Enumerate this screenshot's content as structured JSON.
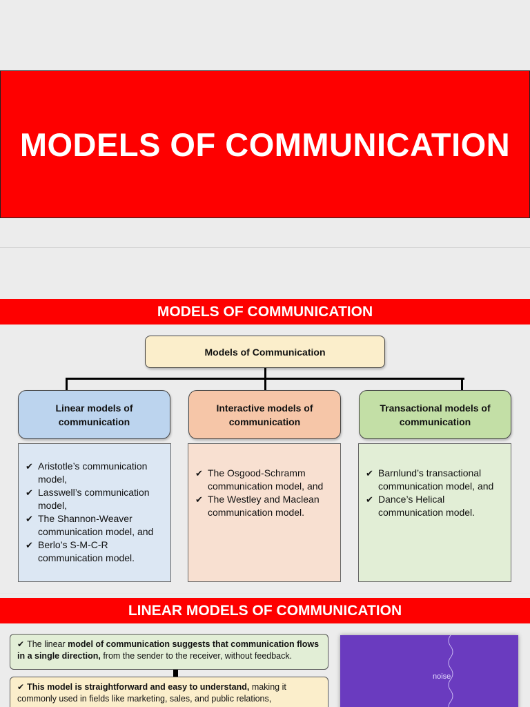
{
  "slide1": {
    "title": "MODELS OF COMMUNICATION"
  },
  "slide2": {
    "banner": "MODELS OF COMMUNICATION",
    "root": "Models of Communication",
    "categories": [
      {
        "label": "Linear models of communication",
        "color": "#bcd4ee",
        "items": [
          "Aristotle’s communication model,",
          "Lasswell’s communication model,",
          "The Shannon-Weaver communication model, and",
          "Berlo’s S-M-C-R communication model."
        ]
      },
      {
        "label": "Interactive models of communication",
        "color": "#f6c6a8",
        "items": [
          "The Osgood-Schramm communication model, and",
          "The Westley and Maclean communication model."
        ]
      },
      {
        "label": "Transactional models of communication",
        "color": "#c3dfa6",
        "items": [
          "Barnlund’s transactional communication model, and",
          "Dance’s Helical communication model."
        ]
      }
    ]
  },
  "slide3": {
    "banner": "LINEAR MODELS OF COMMUNICATION",
    "note1": {
      "p1": "The linear ",
      "b1": "model of communication suggests that communication flows in a single direction,",
      "p2": " from the sender to the receiver, without feedback."
    },
    "note2": {
      "b1": "This model is straightforward and easy to understand,",
      "p1": " making it commonly used in fields like marketing, sales, and public relations,"
    },
    "diagram": {
      "noise_label": "noise"
    }
  },
  "colors": {
    "banner": "#fe0000",
    "root_box": "#fbeecb",
    "linear_panel": "#dce7f3",
    "interactive_panel": "#f8e0d1",
    "transactional_panel": "#e2eed6",
    "diagram": "#6a3bbf"
  },
  "icons": {
    "bullet": "check-icon"
  }
}
